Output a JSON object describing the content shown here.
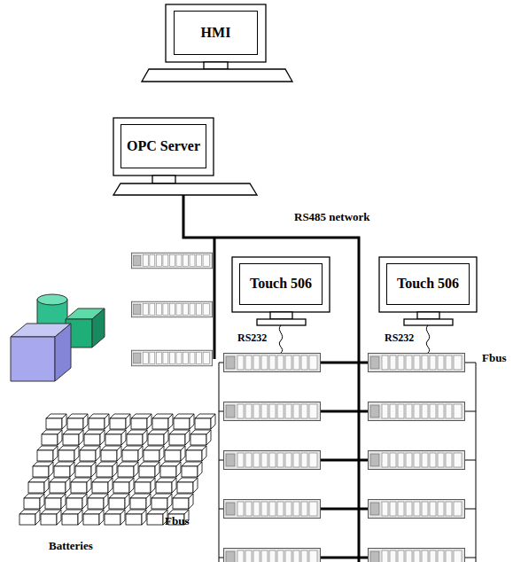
{
  "diagram": {
    "nodes": [
      {
        "text": [
          "HMI"
        ]
      },
      {
        "text": [
          "OPC Server"
        ]
      },
      {
        "text": [
          "Touch 506"
        ]
      },
      {
        "text": [
          "Touch 506"
        ]
      }
    ],
    "labels": [
      "RS485 network",
      "RS232",
      "RS232",
      "Fbus",
      "Fbus",
      "Batteries"
    ]
  }
}
